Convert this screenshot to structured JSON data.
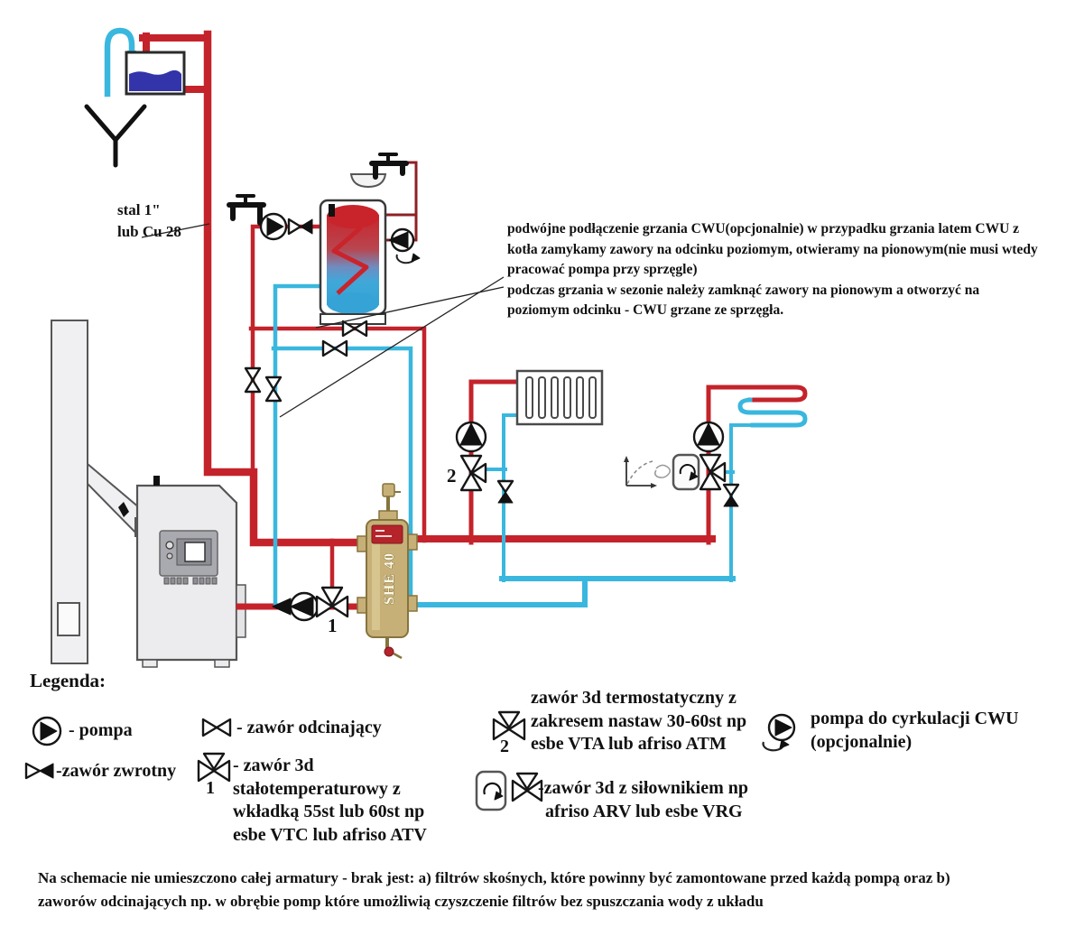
{
  "labels": {
    "stal": [
      "stal 1\"",
      "lub Cu 28"
    ],
    "separator": "SHE 40",
    "valve1_num": "1",
    "valve2_num": "2"
  },
  "annotation": {
    "lines": [
      "podwójne podłączenie grzania CWU(opcjonalnie) w przypadku grzania latem CWU z",
      "kotła zamykamy zawory na odcinku poziomym, otwieramy na pionowym(nie musi wtedy",
      "pracować pompa przy sprzęgle)",
      "podczas grzania w sezonie należy zamknąć zawory na pionowym a otworzyć na",
      "poziomym odcinku - CWU grzane ze sprzęgła."
    ]
  },
  "legend": {
    "heading": "Legenda:",
    "pompa": "- pompa",
    "odcinajacy": "- zawór odcinający",
    "zwrotny": "-zawór zwrotny",
    "valve3d_num": "1",
    "valve3d": [
      "- zawór 3d",
      "stałotemperaturowy z",
      "wkładką 55st lub 60st np",
      "esbe VTC lub afriso ATV"
    ],
    "term_num": "2",
    "term": [
      "zawór 3d termostatyczny z",
      "zakresem nastaw 30-60st np",
      "esbe VTA lub afriso ATM"
    ],
    "silownik": [
      "-zawór 3d z siłownikiem np",
      "afriso ARV lub esbe VRG"
    ],
    "cyrk": [
      "pompa do cyrkulacji CWU",
      "(opcjonalnie)"
    ]
  },
  "footer": {
    "lines": [
      "Na schemacie nie umieszczono całej armatury - brak jest: a) filtrów skośnych, które powinny być zamontowane przed każdą pompą oraz b)",
      "zaworów odcinających  np. w obrębie pomp które umożliwią czyszczenie filtrów bez spuszczania wody z układu"
    ]
  },
  "colors": {
    "hot": "#c4232b",
    "hot_dark": "#8e2025",
    "cold": "#3ab7de",
    "she_body": "#c7b078",
    "she_label": "#b5242a"
  }
}
